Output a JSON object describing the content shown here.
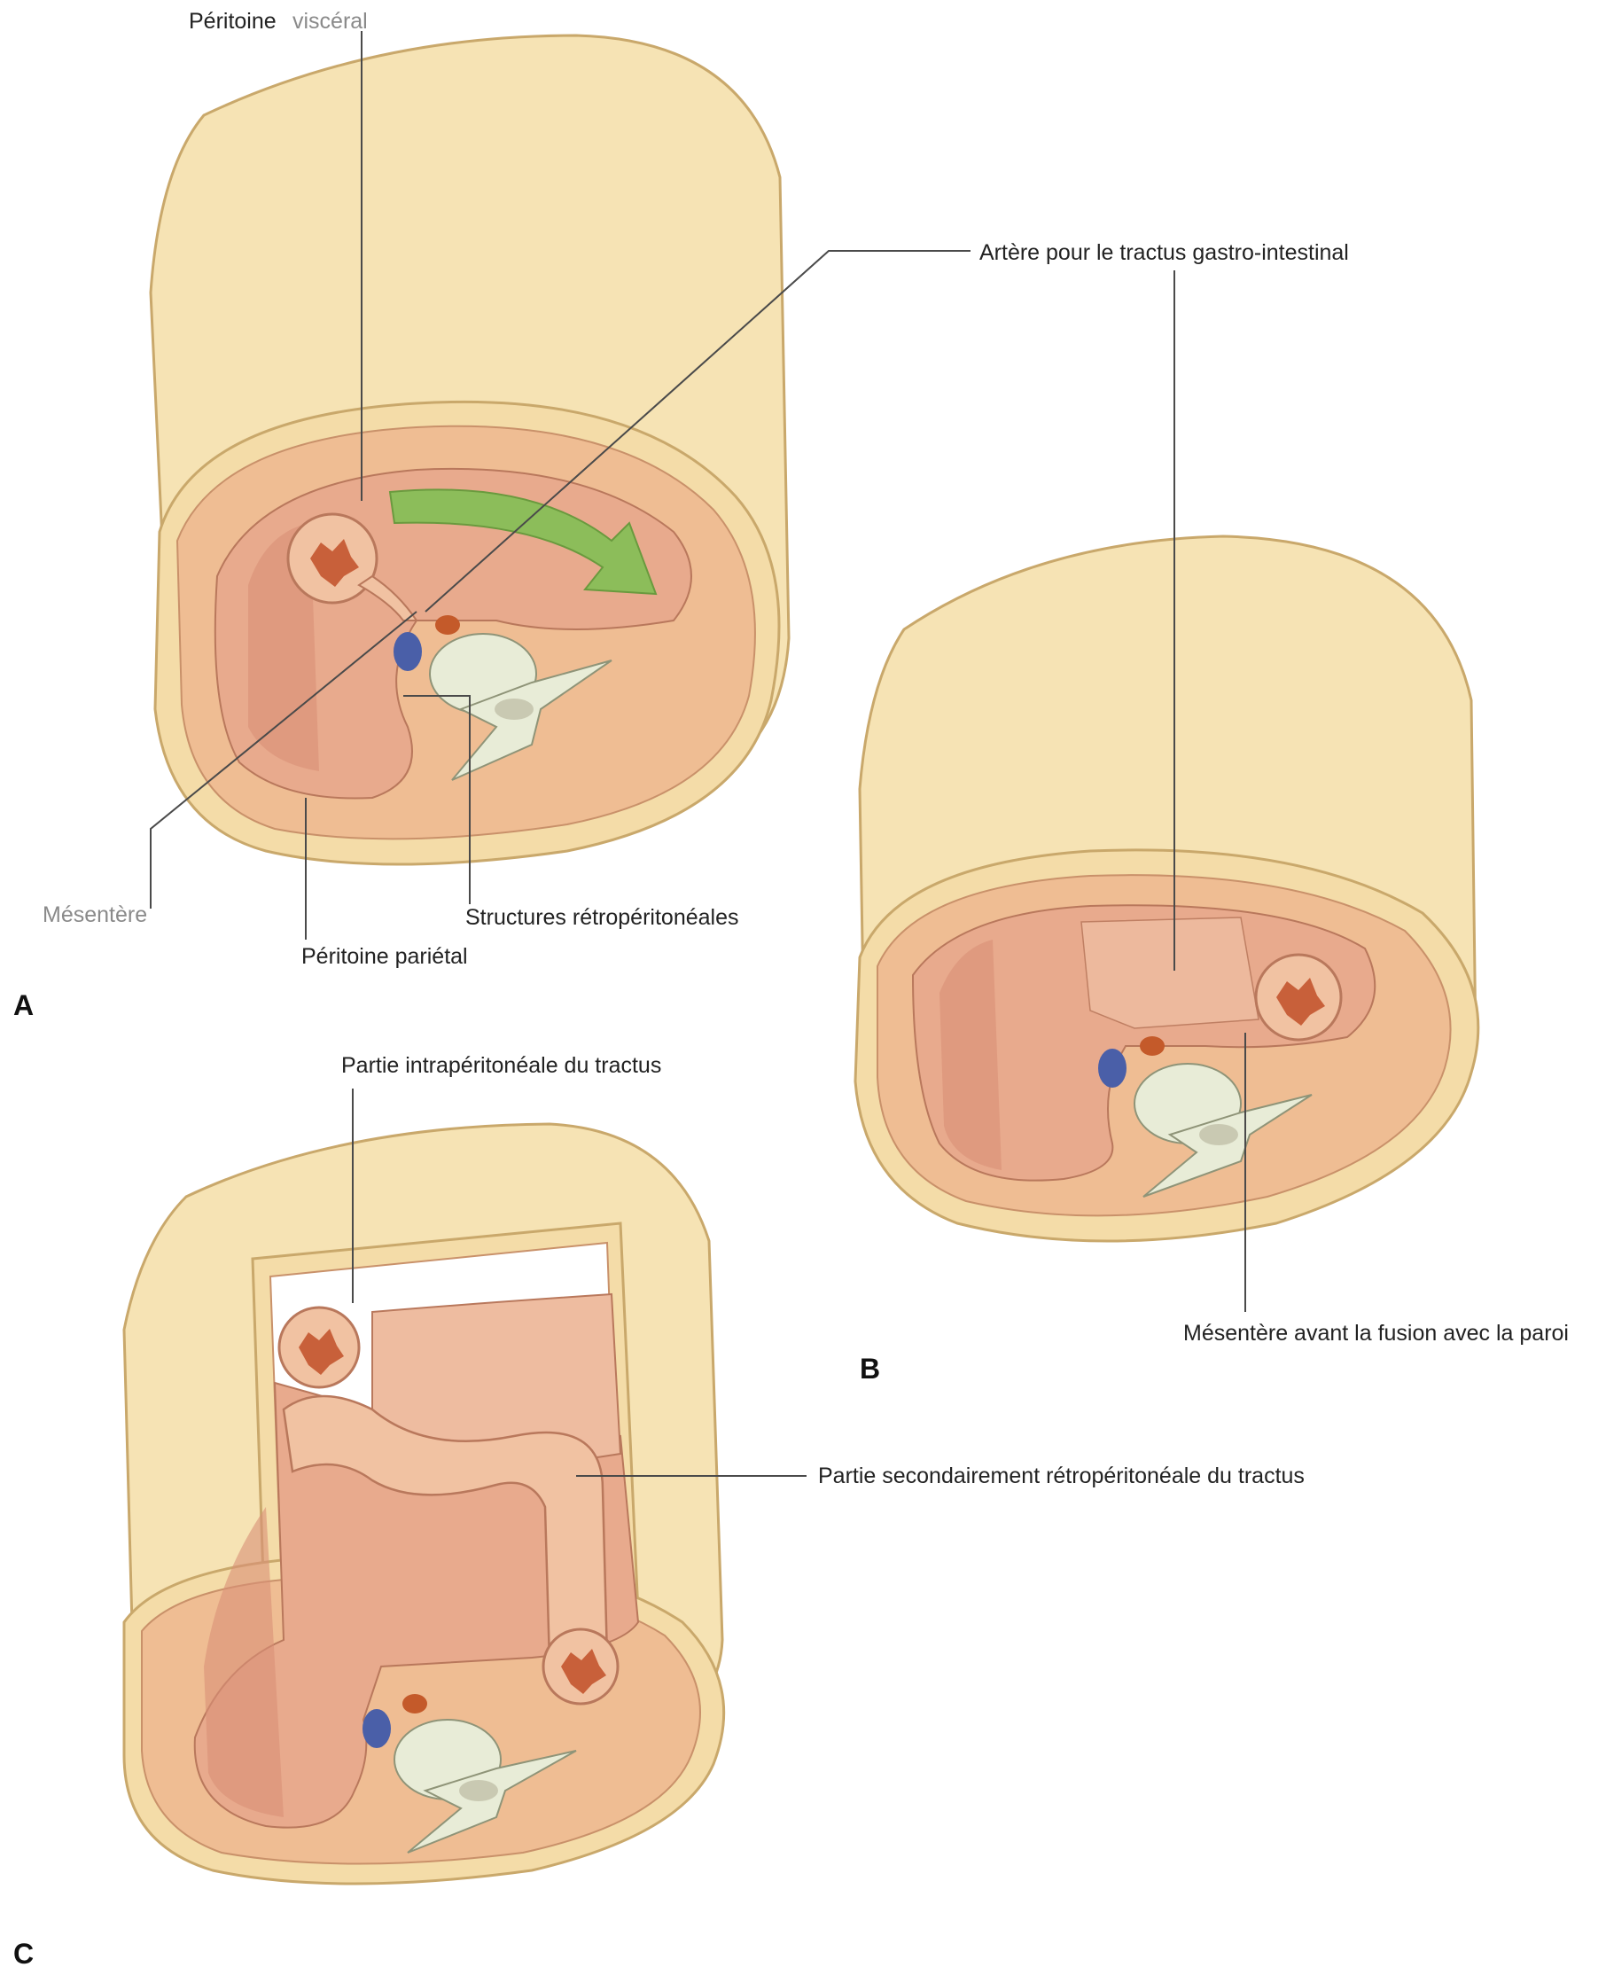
{
  "colors": {
    "wall_outer": "#f6e3b4",
    "wall_outer_edge": "#c9a86b",
    "wall_rim": "#f4dca8",
    "muscle_layer": "#efbd93",
    "cavity": "#e8aa8d",
    "cavity_shadow": "#d98f77",
    "gut_lining": "#c8603a",
    "vertebra": "#e8ecd7",
    "vein": "#4a5fa8",
    "artery": "#c45a2a",
    "arrow": "#8cbd5a"
  },
  "panels": [
    {
      "letter": "A"
    },
    {
      "letter": "B"
    },
    {
      "letter": "C"
    }
  ],
  "labels": {
    "visceral_peritoneum_part1": "Péritoine",
    "visceral_peritoneum_part2": "viscéral",
    "gi_artery": "Artère pour le tractus gastro-intestinal",
    "mesentery": "Mésentère",
    "retroperitoneal_structures": "Structures rétropéritonéales",
    "parietal_peritoneum": "Péritoine pariétal",
    "mesentery_before_fusion": "Mésentère avant la fusion avec la paroi",
    "intraperitoneal_part": "Partie intrapéritonéale du tractus",
    "secondarily_retroperitoneal": "Partie secondairement rétropéritonéale du tractus"
  },
  "icons": {
    "flow_arrow": "curved-arrow-icon"
  }
}
